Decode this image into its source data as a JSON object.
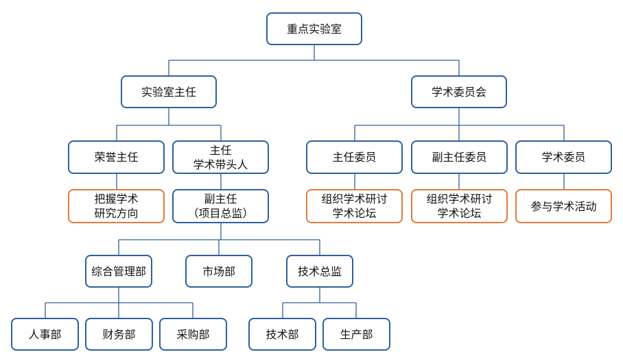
{
  "colors": {
    "blue_border": "#2f5f9e",
    "orange_border": "#e07b39",
    "connector": "#2f5f9e"
  },
  "org": {
    "lab": "重点实验室",
    "director": "实验室主任",
    "committee": "学术委员会",
    "honorary_director": "荣誉主任",
    "director2": {
      "line1": "主任",
      "line2": "学术带头人"
    },
    "committee_chair": "主任委员",
    "vice_chair": "副主任委员",
    "committee_member": "学术委员",
    "grasp_direction": {
      "line1": "把握学术",
      "line2": "研究方向"
    },
    "deputy_director": {
      "line1": "副主任",
      "line2": "（项目总监）"
    },
    "organize_seminar_1": {
      "line1": "组织学术研讨",
      "line2": "学术论坛"
    },
    "organize_seminar_2": {
      "line1": "组织学术研讨",
      "line2": "学术论坛"
    },
    "participate": "参与学术活动",
    "general_admin": "综合管理部",
    "marketing": "市场部",
    "tech_director": "技术总监",
    "hr": "人事部",
    "finance": "财务部",
    "purchasing": "采购部",
    "tech_dept": "技术部",
    "production": "生产部"
  }
}
